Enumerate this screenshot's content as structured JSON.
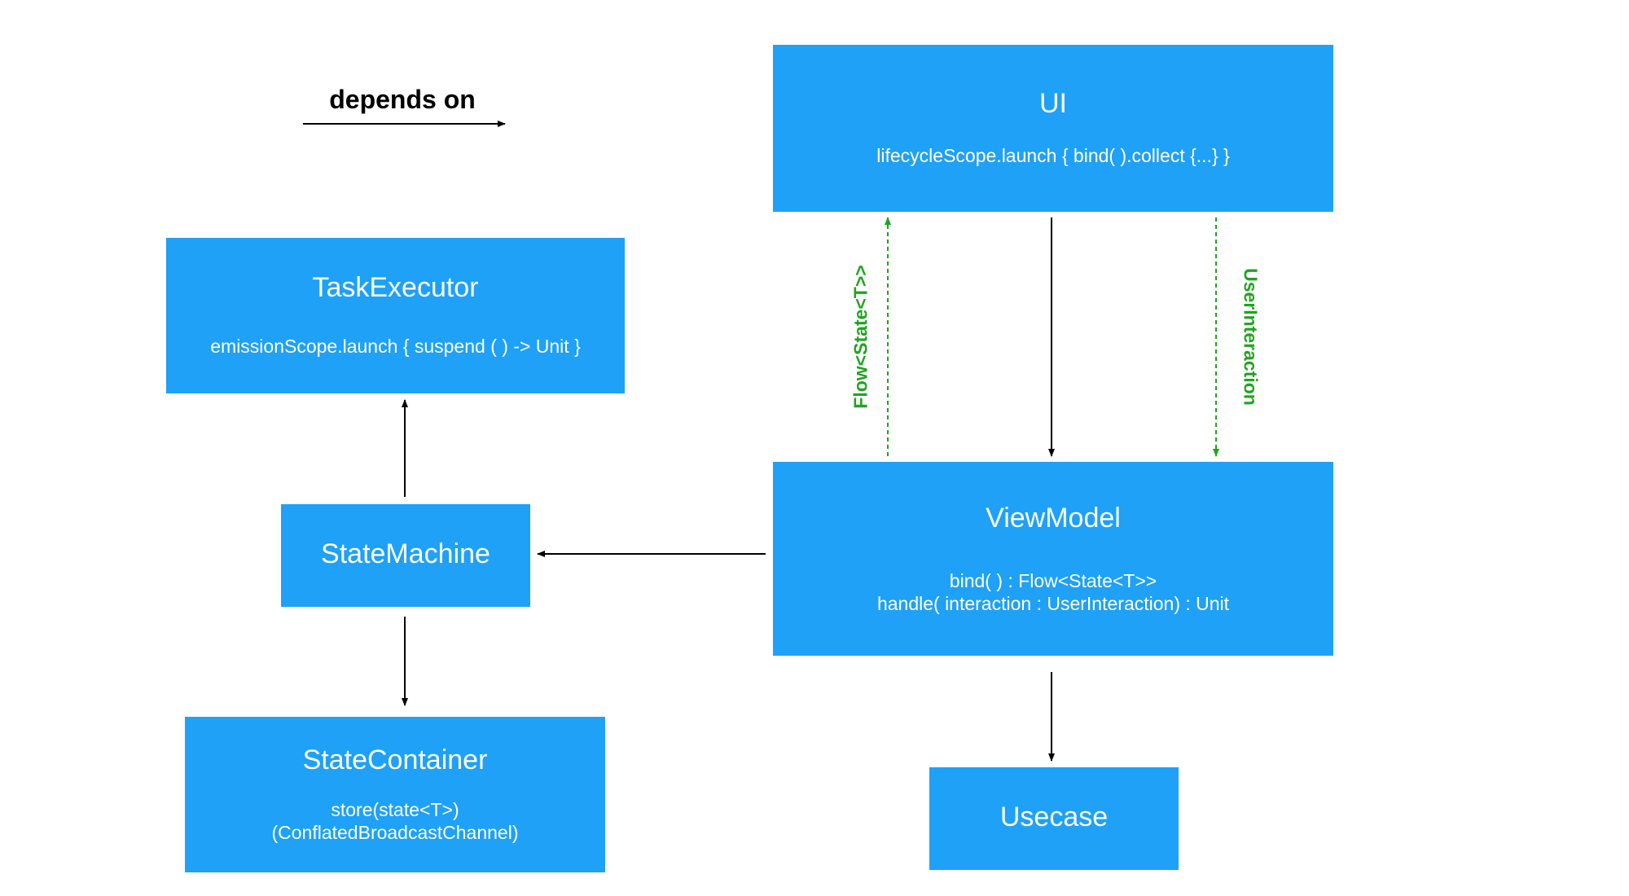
{
  "legend": {
    "label": "depends on"
  },
  "nodes": {
    "ui": {
      "title": "UI",
      "line1": "lifecycleScope.launch { bind( ).collect {...} }"
    },
    "task_executor": {
      "title": "TaskExecutor",
      "line1": "emissionScope.launch { suspend ( ) -> Unit }"
    },
    "view_model": {
      "title": "ViewModel",
      "line1": "bind( ) : Flow<State<T>>",
      "line2": "handle( interaction : UserInteraction) : Unit"
    },
    "state_machine": {
      "title": "StateMachine"
    },
    "state_container": {
      "title": "StateContainer",
      "line1": "store(state<T>)",
      "line2": "(ConflatedBroadcastChannel)"
    },
    "usecase": {
      "title": "Usecase"
    }
  },
  "edge_labels": {
    "flow_state": "Flow<State<T>>",
    "user_interaction": "UserInteraction"
  },
  "colors": {
    "box_fill": "#1ea1f7",
    "box_text": "#ffffff",
    "dependency_arrow": "#000000",
    "data_flow_arrow": "#1fa51f"
  }
}
